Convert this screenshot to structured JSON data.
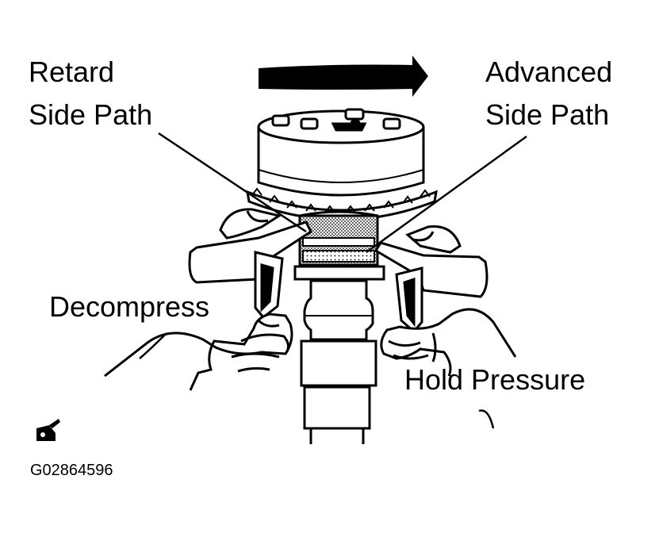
{
  "labels": {
    "retard_line1": "Retard",
    "retard_line2": "Side Path",
    "advanced_line1": "Advanced",
    "advanced_line2": "Side Path",
    "decompress": "Decompress",
    "hold_pressure": "Hold Pressure"
  },
  "figure_code": "G02864596",
  "icons": {
    "corner_mark": "oil-can-icon",
    "rotation": "rotation-arrow-icon"
  },
  "colors": {
    "ink": "#000000",
    "paper": "#ffffff"
  }
}
